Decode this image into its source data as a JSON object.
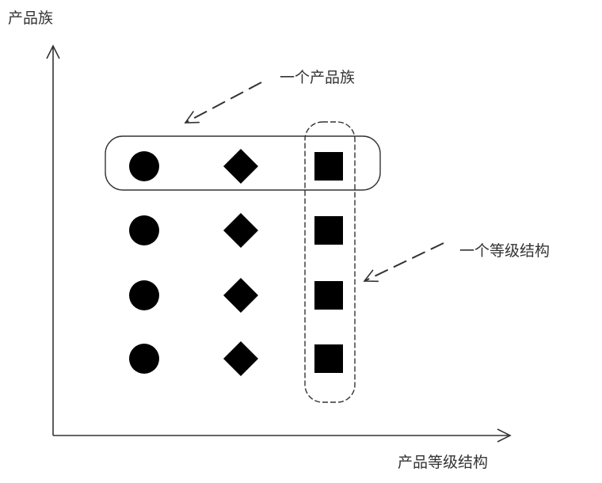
{
  "axes": {
    "y_label": "产品族",
    "x_label": "产品等级结构"
  },
  "annotations": {
    "family": "一个产品族",
    "level": "一个等级结构"
  },
  "grid": {
    "rows": 4,
    "shapes": [
      "circle",
      "diamond",
      "square"
    ],
    "color": "#000000"
  }
}
